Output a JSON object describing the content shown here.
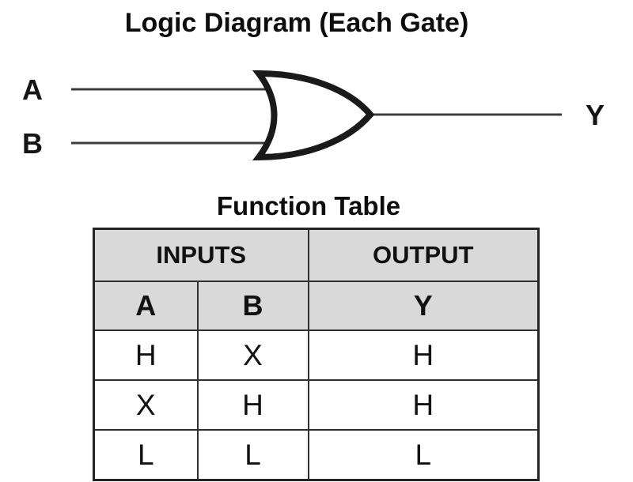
{
  "title": "Logic Diagram (Each Gate)",
  "gate": {
    "type": "or-gate",
    "input_labels": [
      "A",
      "B"
    ],
    "output_label": "Y"
  },
  "function_table": {
    "heading": "Function Table",
    "group_headers": [
      {
        "label": "INPUTS",
        "colspan": 2
      },
      {
        "label": "OUTPUT",
        "colspan": 1
      }
    ],
    "column_headers": [
      "A",
      "B",
      "Y"
    ],
    "rows": [
      [
        "H",
        "X",
        "H"
      ],
      [
        "X",
        "H",
        "H"
      ],
      [
        "L",
        "L",
        "L"
      ]
    ]
  },
  "colors": {
    "background": "#ffffff",
    "header_bg": "#d9d9d9",
    "table_border": "#2b2b2b",
    "gate_stroke": "#1a1a1a",
    "wire": "#3c3c3c",
    "text": "#111111"
  }
}
